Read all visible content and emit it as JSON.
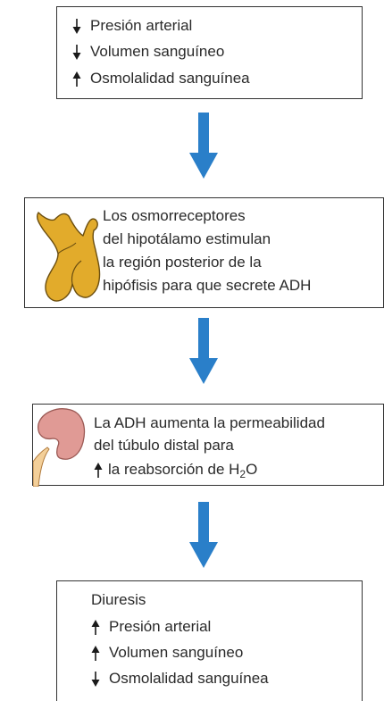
{
  "box1": {
    "items": [
      {
        "direction": "down",
        "text": "Presión arterial"
      },
      {
        "direction": "down",
        "text": "Volumen sanguíneo"
      },
      {
        "direction": "up",
        "text": "Osmolalidad sanguínea"
      }
    ]
  },
  "box2": {
    "icon": "hypothalamus-pituitary-icon",
    "lines": [
      "Los osmorreceptores",
      "del hipotálamo estimulan",
      "la región posterior de la",
      "hipófisis para que secrete ADH"
    ]
  },
  "box3": {
    "icon": "kidney-icon",
    "line1": "La ADH aumenta la permeabilidad",
    "line2": "del túbulo distal para",
    "line3": {
      "direction": "up",
      "prefix": "la reabsorción de H",
      "subscript": "2",
      "suffix": "O"
    }
  },
  "box4": {
    "title": "Diuresis",
    "items": [
      {
        "direction": "up",
        "text": "Presión arterial"
      },
      {
        "direction": "up",
        "text": "Volumen sanguíneo"
      },
      {
        "direction": "down",
        "text": "Osmolalidad sanguínea"
      }
    ]
  },
  "colors": {
    "flow_arrow": "#2a7fc9",
    "gland": "#e2ab2b",
    "kidney": "#e09a95",
    "ureter": "#f3cf99",
    "border": "#333333"
  }
}
